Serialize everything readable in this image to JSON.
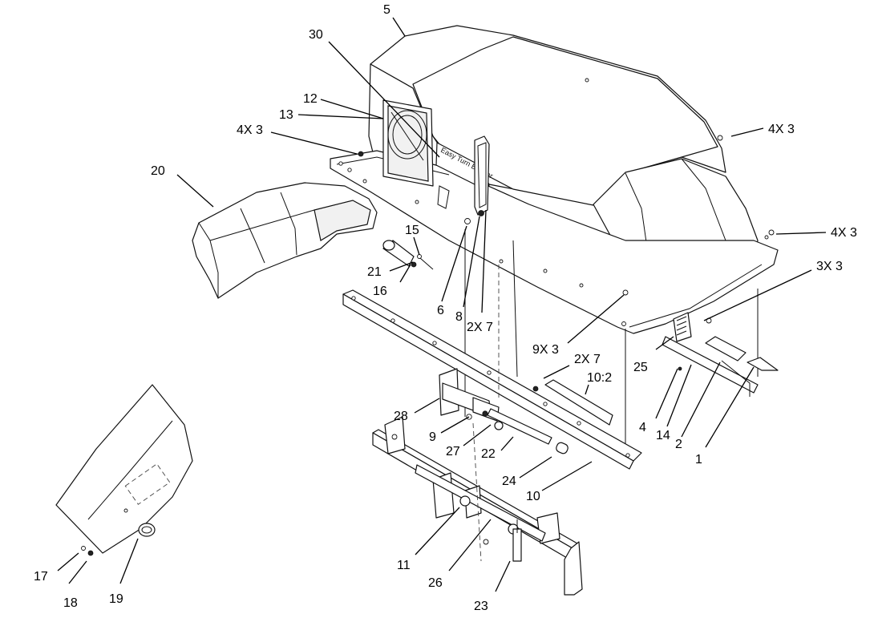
{
  "decal": {
    "text": "Easy Turn Bagger"
  },
  "callouts": {
    "c1": "1",
    "c2": "2",
    "c4": "4",
    "c5": "5",
    "c6": "6",
    "c8": "8",
    "c9": "9",
    "c10": "10",
    "c10_2": "10:2",
    "c11": "11",
    "c12": "12",
    "c13": "13",
    "c14": "14",
    "c15": "15",
    "c16": "16",
    "c17": "17",
    "c18": "18",
    "c19": "19",
    "c20": "20",
    "c21": "21",
    "c22": "22",
    "c23": "23",
    "c24": "24",
    "c25": "25",
    "c26": "26",
    "c27": "27",
    "c28": "28",
    "c30": "30",
    "c2x7_a": "2X 7",
    "c2x7_b": "2X 7",
    "c3x3": "3X 3",
    "c4x3_left": "4X 3",
    "c4x3_top_right": "4X 3",
    "c4x3_right": "4X 3",
    "c9x3": "9X 3"
  }
}
